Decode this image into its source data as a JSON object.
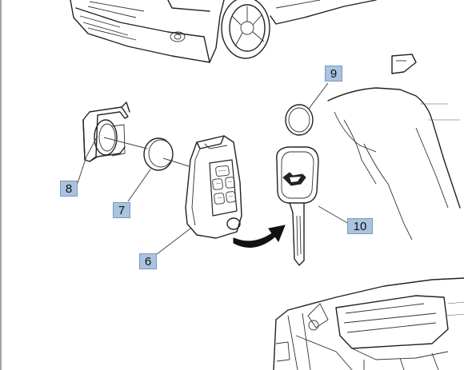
{
  "callouts": {
    "c6": "6",
    "c7": "7",
    "c8": "8",
    "c9": "9",
    "c10": "10"
  },
  "colors": {
    "callout_fill": "#a9c3e0",
    "callout_border": "#7d98b8",
    "line": "#222222"
  }
}
